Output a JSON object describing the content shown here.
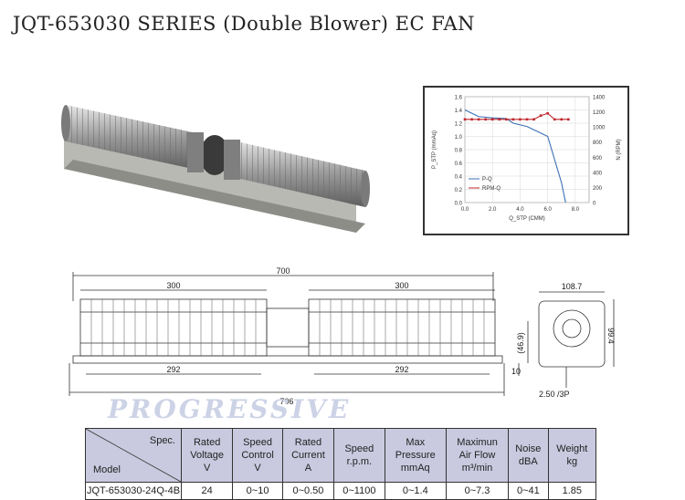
{
  "title": "JQT-653030 SERIES (Double Blower) EC FAN",
  "watermark": "PROGRESSIVE",
  "chart_data": {
    "type": "line",
    "xlabel": "Q_STP (CMM)",
    "ylabel_left": "P_STP (mmAq)",
    "ylabel_right": "N (RPM)",
    "x_ticks": [
      "0.0",
      "2.0",
      "4.0",
      "6.0",
      "8.0"
    ],
    "y_left_ticks": [
      "0.0",
      "0.2",
      "0.4",
      "0.6",
      "0.8",
      "1.0",
      "1.2",
      "1.4",
      "1.6"
    ],
    "y_right_ticks": [
      "0",
      "200",
      "400",
      "600",
      "800",
      "1000",
      "1200",
      "1400"
    ],
    "xlim": [
      0,
      9
    ],
    "ylim_left": [
      0,
      1.6
    ],
    "ylim_right": [
      0,
      1400
    ],
    "legend_position": "bottom-left",
    "series": [
      {
        "name": "P-Q",
        "axis": "left",
        "color": "#3b6fb6",
        "x": [
          0,
          0.5,
          1.0,
          2.0,
          3.0,
          3.5,
          4.5,
          5.0,
          5.5,
          6.0,
          6.5,
          7.0,
          7.3
        ],
        "y": [
          1.4,
          1.35,
          1.3,
          1.28,
          1.27,
          1.2,
          1.15,
          1.1,
          1.05,
          1.0,
          0.65,
          0.3,
          0.0
        ]
      },
      {
        "name": "RPM-Q",
        "axis": "right",
        "color": "#c0272d",
        "x": [
          0,
          0.5,
          1.0,
          1.5,
          2.0,
          2.5,
          3.0,
          3.5,
          4.0,
          4.5,
          5.0,
          5.5,
          6.0,
          6.5,
          7.0,
          7.5
        ],
        "y": [
          1100,
          1100,
          1100,
          1100,
          1100,
          1100,
          1100,
          1100,
          1100,
          1100,
          1100,
          1150,
          1180,
          1100,
          1100,
          1100
        ]
      }
    ]
  },
  "drawing": {
    "dim_total": "700",
    "dim_left_top": "300",
    "dim_right_top": "300",
    "dim_left_bottom": "292",
    "dim_right_bottom": "292",
    "dim_base": "706",
    "dim_width": "108.7",
    "dim_height": "99.4",
    "dim_left": "(46.9)",
    "dim_10": "10",
    "note": "2.50 /3P"
  },
  "table": {
    "spec_label": "Spec.",
    "model_label": "Model",
    "headers": [
      [
        "Rated",
        "Voltage",
        "V"
      ],
      [
        "Speed",
        "Control",
        "V"
      ],
      [
        "Rated",
        "Current",
        "A"
      ],
      [
        "Speed",
        "r.p.m."
      ],
      [
        "Max",
        "Pressure",
        "mmAq"
      ],
      [
        "Maximun",
        "Air Flow",
        "m³/min"
      ],
      [
        "Noise",
        "dBA"
      ],
      [
        "Weight",
        "kg"
      ]
    ],
    "rows": [
      [
        "JQT-653030-24Q-4B",
        "24",
        "0~10",
        "0~0.50",
        "0~1100",
        "0~1.4",
        "0~7.3",
        "0~41",
        "1.85"
      ]
    ]
  }
}
